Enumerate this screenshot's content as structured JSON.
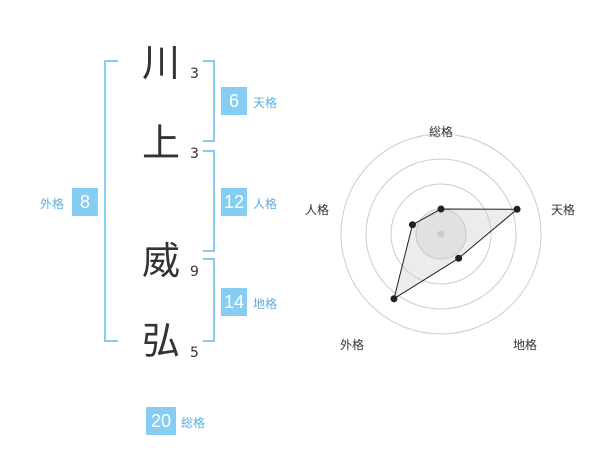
{
  "name": {
    "chars": [
      {
        "kanji": "川",
        "strokes": "3"
      },
      {
        "kanji": "上",
        "strokes": "3"
      },
      {
        "kanji": "威",
        "strokes": "9"
      },
      {
        "kanji": "弘",
        "strokes": "5"
      }
    ]
  },
  "kakusu": {
    "tenkaku": {
      "value": "6",
      "label": "天格"
    },
    "jinkaku": {
      "value": "12",
      "label": "人格"
    },
    "chikaku": {
      "value": "14",
      "label": "地格"
    },
    "gaikaku": {
      "value": "8",
      "label": "外格"
    },
    "soukaku": {
      "value": "20",
      "label": "総格"
    }
  },
  "colors": {
    "accent": "#87cdf3",
    "accent_text": "#5aaee0",
    "text": "#333333",
    "grid": "#cccccc",
    "fill": "#e0e0e0"
  },
  "chart_data": {
    "type": "radar",
    "axes": [
      "総格",
      "天格",
      "地格",
      "外格",
      "人格"
    ],
    "values": [
      0.25,
      0.8,
      0.3,
      0.8,
      0.3
    ],
    "max": 1
  }
}
